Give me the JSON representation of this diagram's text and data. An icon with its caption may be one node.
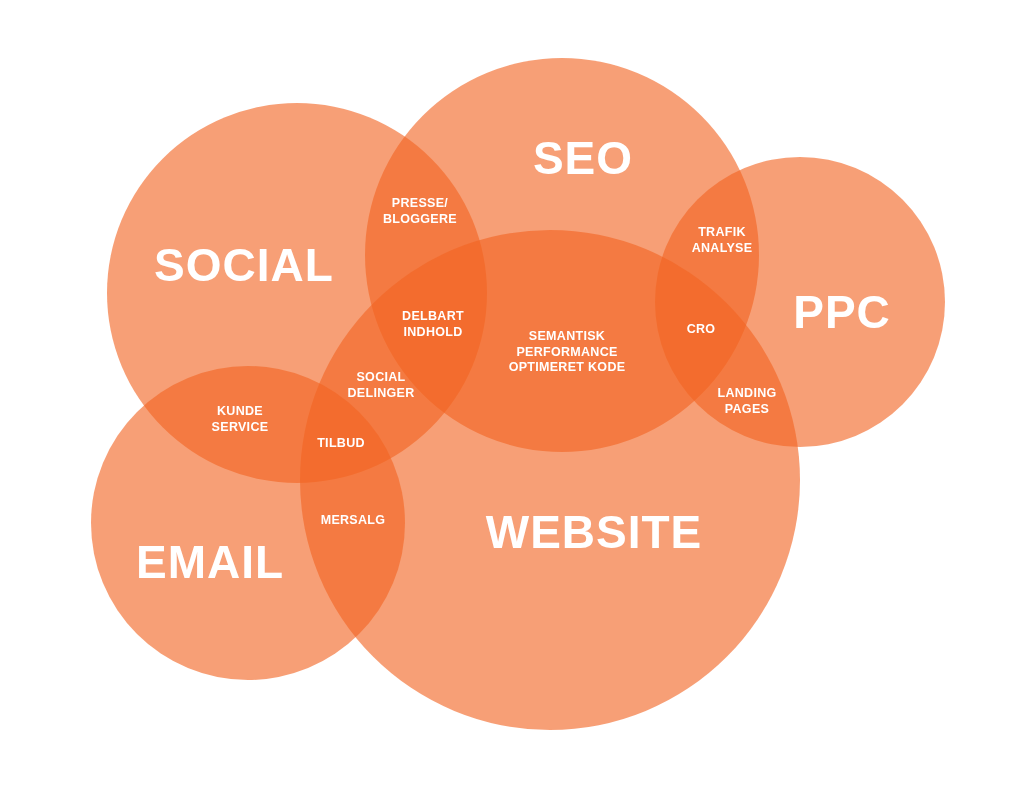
{
  "diagram": {
    "nodes": [
      {
        "text": [
          "SEO"
        ]
      },
      {
        "text": [
          "SOCIAL"
        ]
      },
      {
        "text": [
          "PPC"
        ]
      },
      {
        "text": [
          "WEBSITE"
        ]
      },
      {
        "text": [
          "EMAIL"
        ]
      }
    ],
    "labels": [
      "PRESSE/ BLOGGERE",
      "TRAFIK ANALYSE",
      "DELBART INDHOLD",
      "CRO",
      "SEMANTISK PERFORMANCE OPTIMERET KODE",
      "SOCIAL DELINGER",
      "LANDING PAGES",
      "KUNDE SERVICE",
      "TILBUD",
      "MERSALG"
    ]
  }
}
